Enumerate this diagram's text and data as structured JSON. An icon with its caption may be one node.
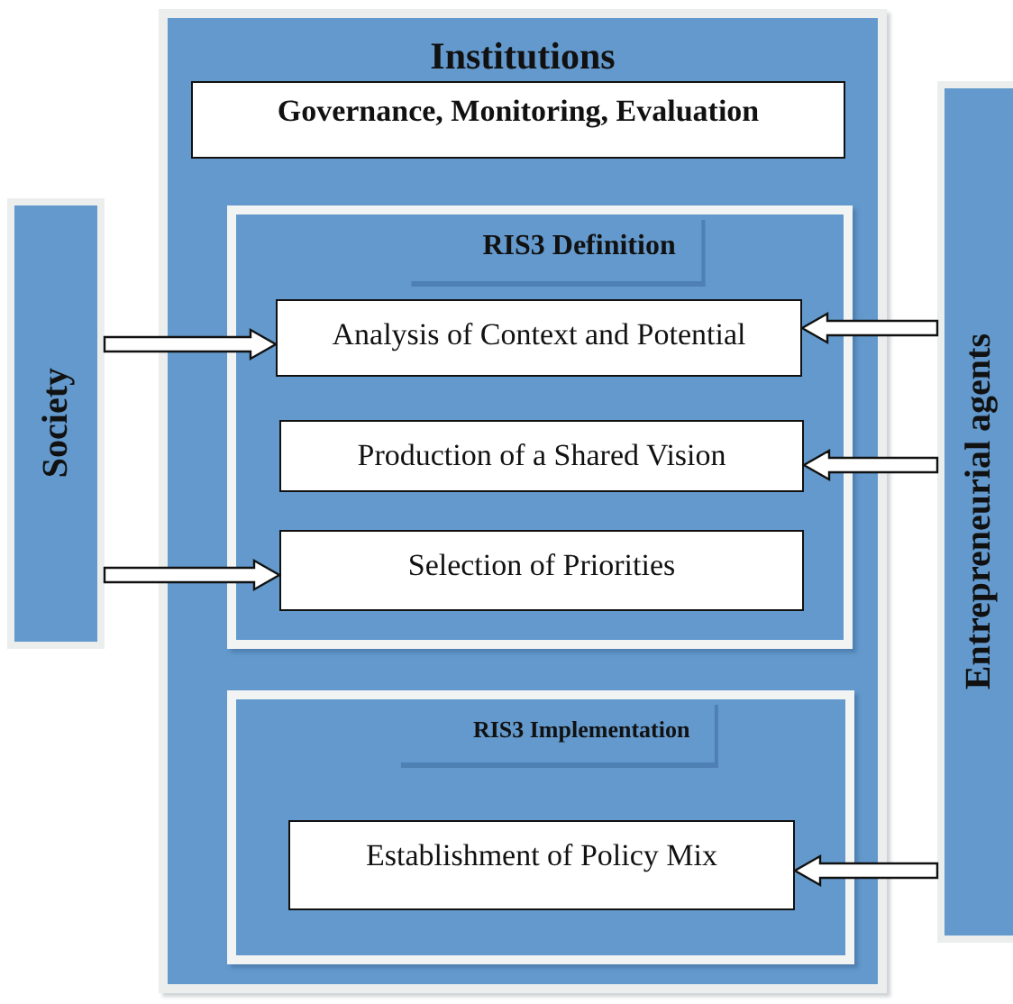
{
  "diagram": {
    "nodes": [
      {
        "text": [
          "Institutions"
        ]
      },
      {
        "text": [
          "Governance, Monitoring, Evaluation"
        ],
        "in": 0
      },
      {
        "text": [
          "RIS3 Definition"
        ],
        "in": 0
      },
      {
        "text": [
          "Analysis of Context and Potential"
        ],
        "in": 2
      },
      {
        "text": [
          "Production of a Shared Vision"
        ],
        "in": 2
      },
      {
        "text": [
          "Selection of Priorities"
        ],
        "in": 2
      },
      {
        "text": [
          "RIS3 Implementation"
        ],
        "in": 0
      },
      {
        "text": [
          "Establishment of Policy Mix"
        ],
        "in": 6
      },
      {
        "text": [
          "Society"
        ]
      },
      {
        "text": [
          "Entrepreneurial agents"
        ]
      }
    ],
    "edges": [
      {
        "from": 8,
        "to": 3,
        "arrow": "to"
      },
      {
        "from": 8,
        "to": 5,
        "arrow": "to"
      },
      {
        "from": 9,
        "to": 3,
        "arrow": "to"
      },
      {
        "from": 9,
        "to": 4,
        "arrow": "to"
      },
      {
        "from": 9,
        "to": 7,
        "arrow": "to"
      }
    ]
  }
}
